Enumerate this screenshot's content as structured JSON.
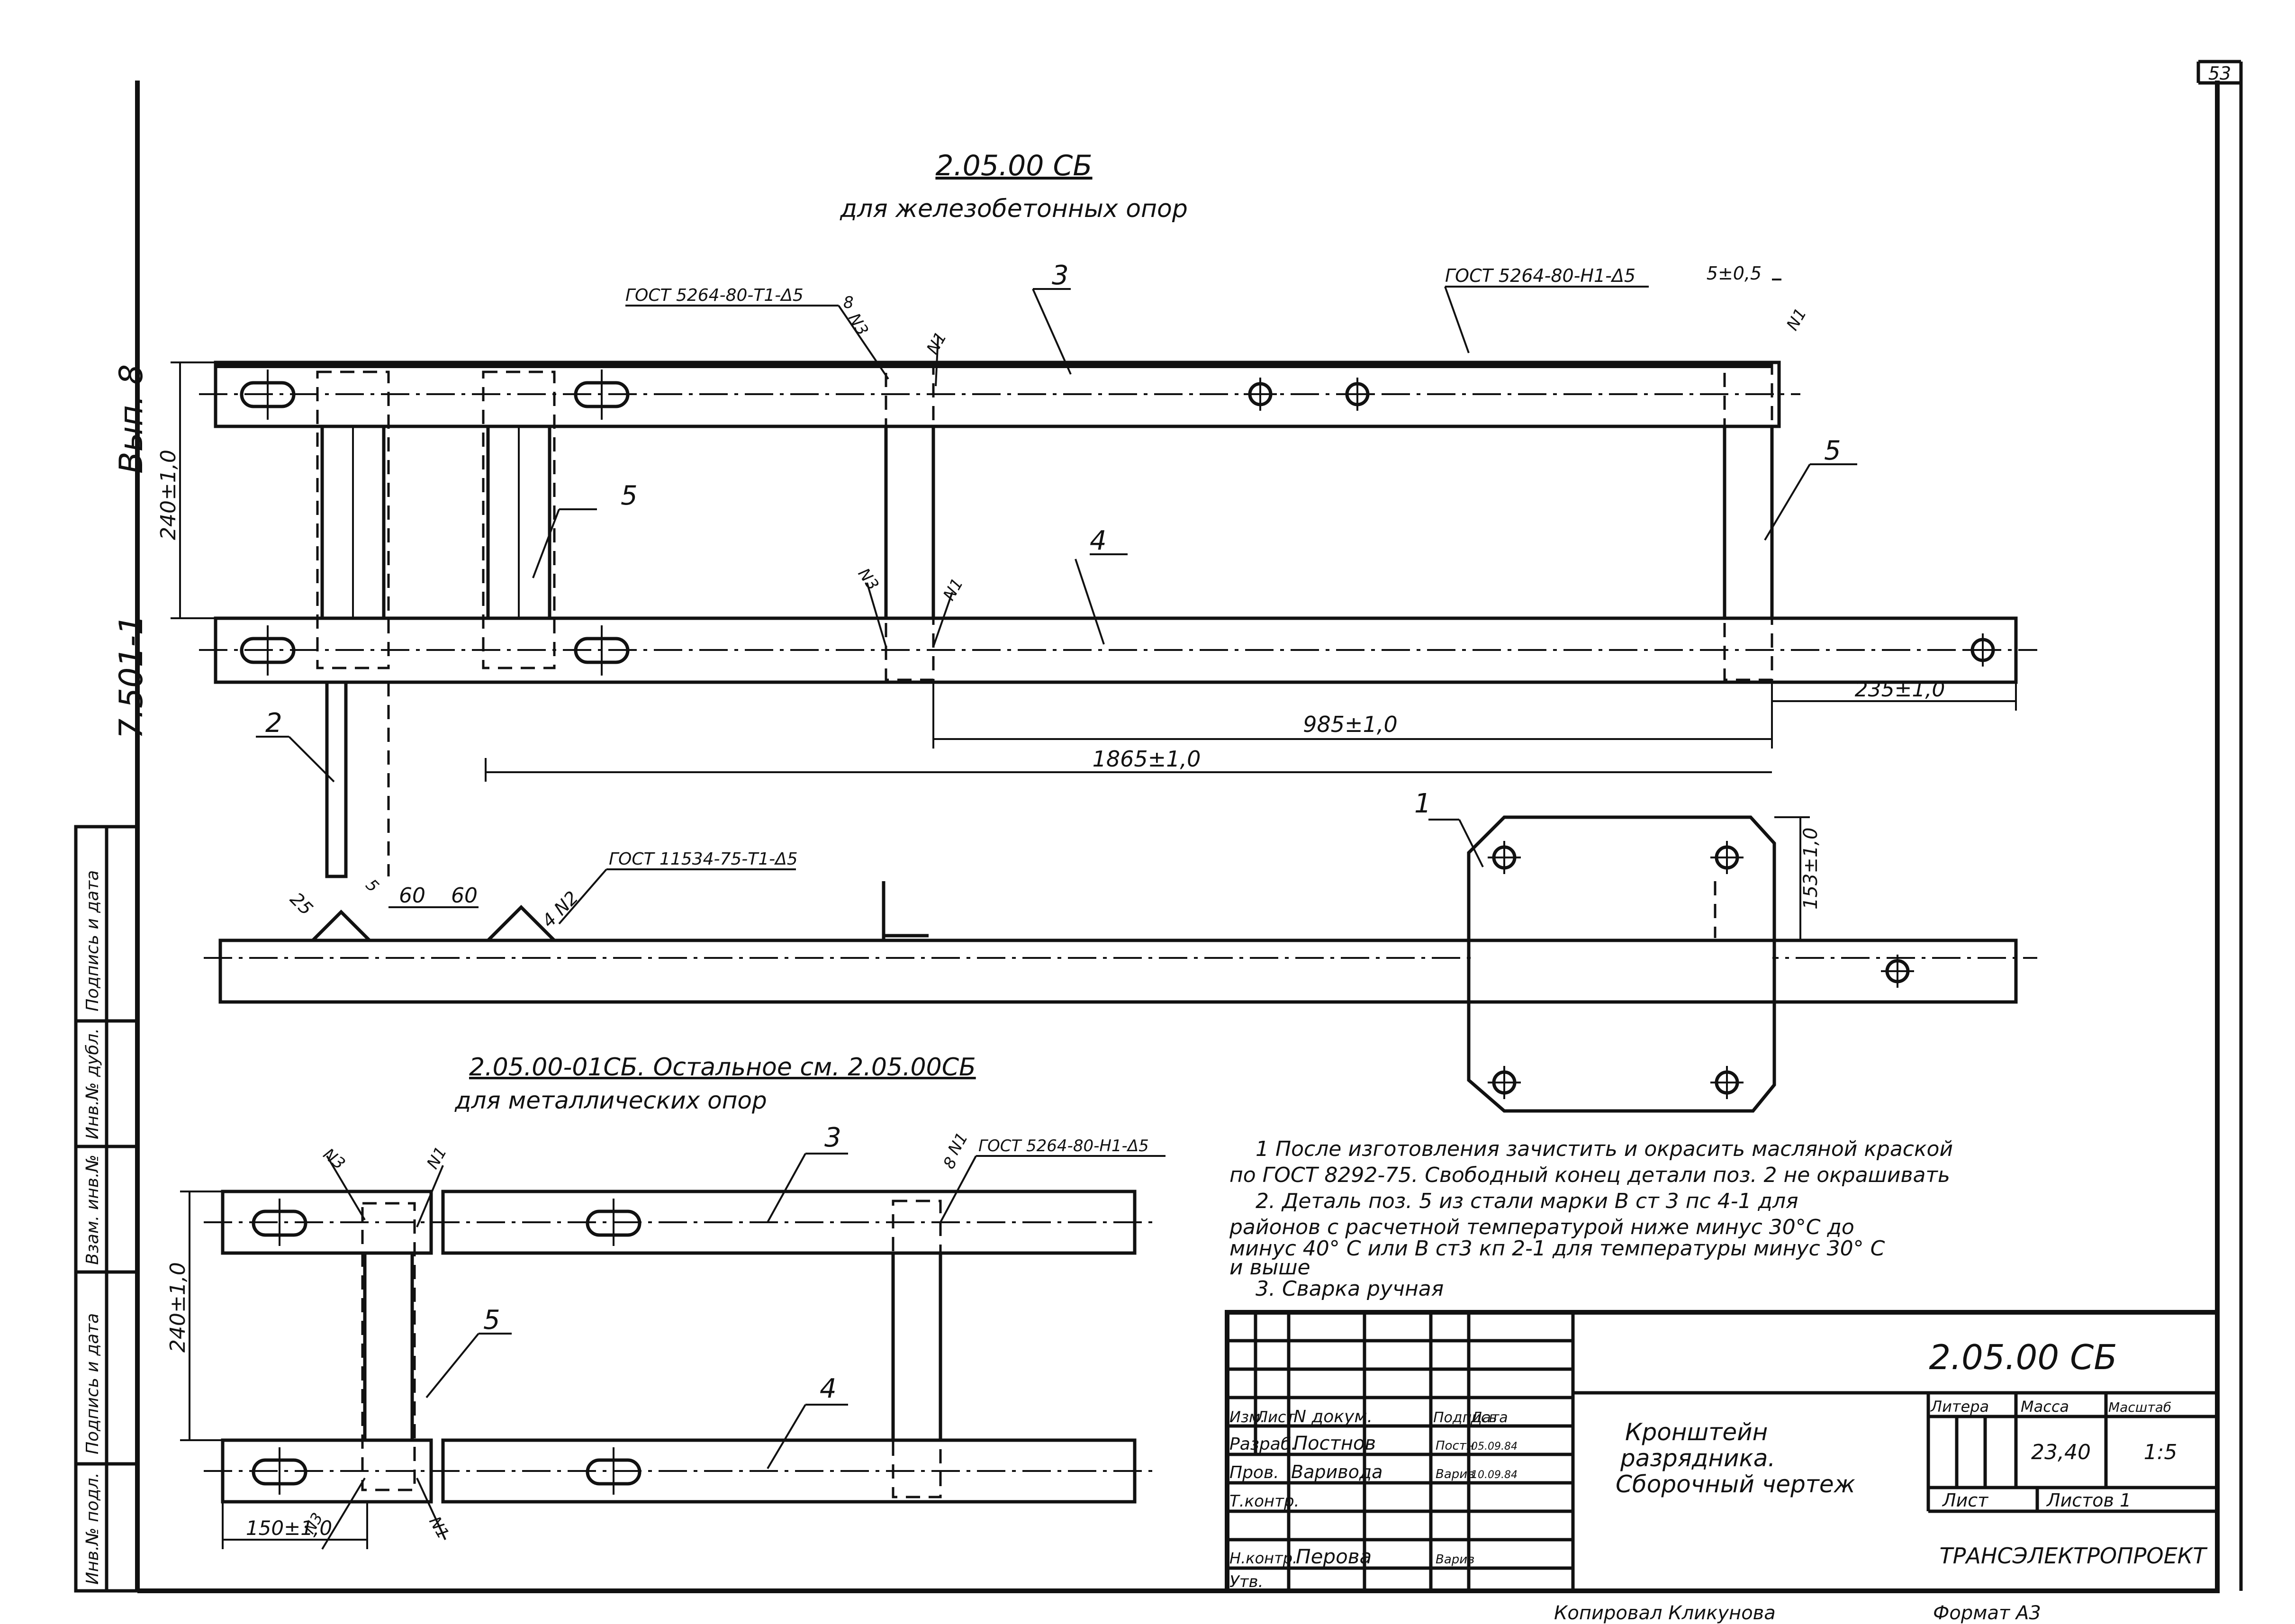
{
  "sheet_number": "53",
  "side_stamp": {
    "series": "7.501-1",
    "issue": "Вып. 8"
  },
  "left_stamp_labels": [
    "Подпись и дата",
    "Инв.№ дубл.",
    "Взам. инв.№",
    "Подпись и дата",
    "Инв.№ подл."
  ],
  "top_view": {
    "title": "2.05.00 СБ",
    "subtitle": "для железобетонных опор",
    "weld_note_1": "ГОСТ 5264-80-Т1-Δ5",
    "weld_note_2": "ГОСТ 5264-80-Н1-Δ5",
    "weld_count": "8",
    "gap_dim": "5±0,5",
    "dim_240": "240±1,0",
    "dim_985": "985±1,0",
    "dim_1865": "1865±1,0",
    "dim_235": "235±1,0",
    "pos_3": "3",
    "pos_4": "4",
    "pos_5a": "5",
    "pos_5b": "5",
    "pos_2": "2",
    "mark_n3a": "N3",
    "mark_n1a": "N1",
    "mark_n3b": "N3",
    "mark_n1b": "N1",
    "mark_n1c": "N1"
  },
  "side_view": {
    "weld_note": "ГОСТ 11534-75-Т1-Δ5",
    "mark_4n2": "4 N2",
    "dim_25": "25",
    "dim_5": "5",
    "dim_60a": "60",
    "dim_60b": "60",
    "dim_153": "153±1,0",
    "pos_1": "1"
  },
  "bottom_view": {
    "title": "2.05.00-01СБ. Остальное см. 2.05.00СБ",
    "subtitle": "для металлических опор",
    "weld_note": "ГОСТ 5264-80-Н1-Δ5",
    "weld_count": "8",
    "dim_240": "240±1,0",
    "dim_150": "150±1,0",
    "pos_3": "3",
    "pos_4": "4",
    "pos_5": "5",
    "mark_n3a": "N3",
    "mark_n1a": "N1",
    "mark_n1b": "N1",
    "mark_n3b": "N3",
    "mark_n1c": "N1"
  },
  "notes": [
    "1 После изготовления зачистить и окрасить масляной краской",
    "по ГОСТ 8292-75. Свободный конец детали поз. 2 не окрашивать",
    "2. Деталь поз. 5 из стали марки В ст 3 пс 4-1 для",
    "районов с расчетной температурой ниже минус 30°С до",
    "минус 40° С или В ст3 кп 2-1 для температуры минус 30° С",
    "и выше",
    "3. Сварка ручная"
  ],
  "title_block": {
    "doc_code": "2.05.00 СБ",
    "name_line1": "Кронштейн",
    "name_line2": "разрядника.",
    "name_line3": "Сборочный чертеж",
    "head_izm": "Изм.",
    "head_list": "Лист",
    "head_ndokum": "N докум.",
    "head_podpis": "Подпись",
    "head_data": "Дата",
    "row_razrab_role": "Разраб.",
    "row_razrab_name": "Постнов",
    "row_razrab_sign": "Постн",
    "row_razrab_date": "05.09.84",
    "row_prov_role": "Пров.",
    "row_prov_name": "Вариводa",
    "row_prov_sign": "Варив",
    "row_prov_date": "10.09.84",
    "row_tkontr_role": "Т.контр.",
    "row_nkontr_role": "Н.контр.",
    "row_nkontr_name": "Перова",
    "row_nkontr_sign": "Варив",
    "row_utv_role": "Утв.",
    "col_litera": "Литера",
    "col_massa": "Масса",
    "col_masshtab": "Масштаб",
    "massa": "23,40",
    "masshtab": "1:5",
    "list_label": "Лист",
    "listov_label": "Листов 1",
    "organization": "ТРАНСЭЛЕКТРОПРОЕКТ"
  },
  "footer": {
    "copied": "Копировал Кликунова",
    "format": "Формат А3"
  }
}
